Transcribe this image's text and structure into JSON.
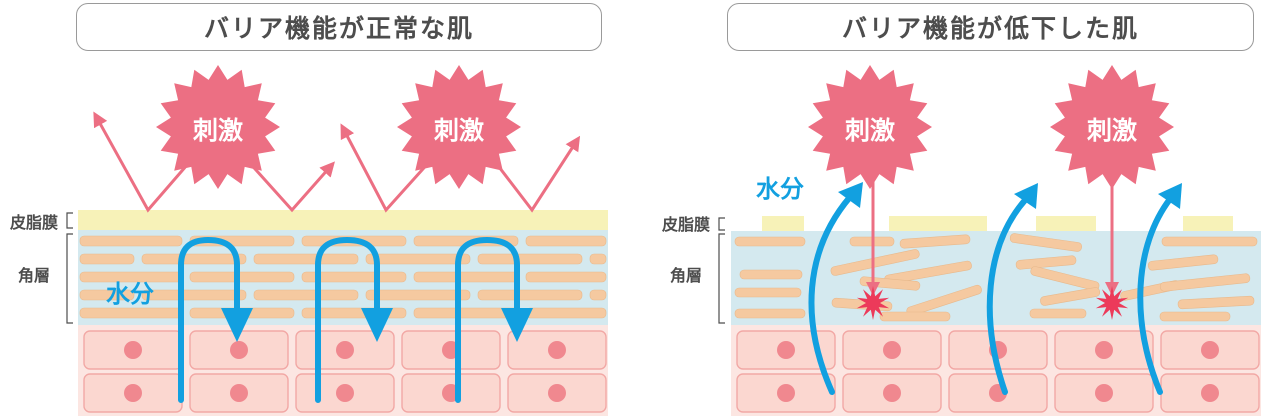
{
  "panels": {
    "normal": {
      "title": "バリア機能が正常な肌",
      "labels": {
        "sebum": "皮脂膜",
        "stratum": "角層",
        "moisture": "水分"
      },
      "stimulus": [
        "刺激",
        "刺激"
      ]
    },
    "damaged": {
      "title": "バリア機能が低下した肌",
      "labels": {
        "sebum": "皮脂膜",
        "stratum": "角層",
        "moisture": "水分"
      },
      "stimulus": [
        "刺激",
        "刺激"
      ]
    }
  },
  "colors": {
    "sebum": "#f7f2b8",
    "stratum_bg": "#d4e9ef",
    "lipid": "#f5c9a0",
    "cell": "#fbd7d0",
    "nucleus": "#f0888f",
    "stimulus": "#ec6f83",
    "moisture": "#12a0e0",
    "text": "#4d4d4d"
  }
}
